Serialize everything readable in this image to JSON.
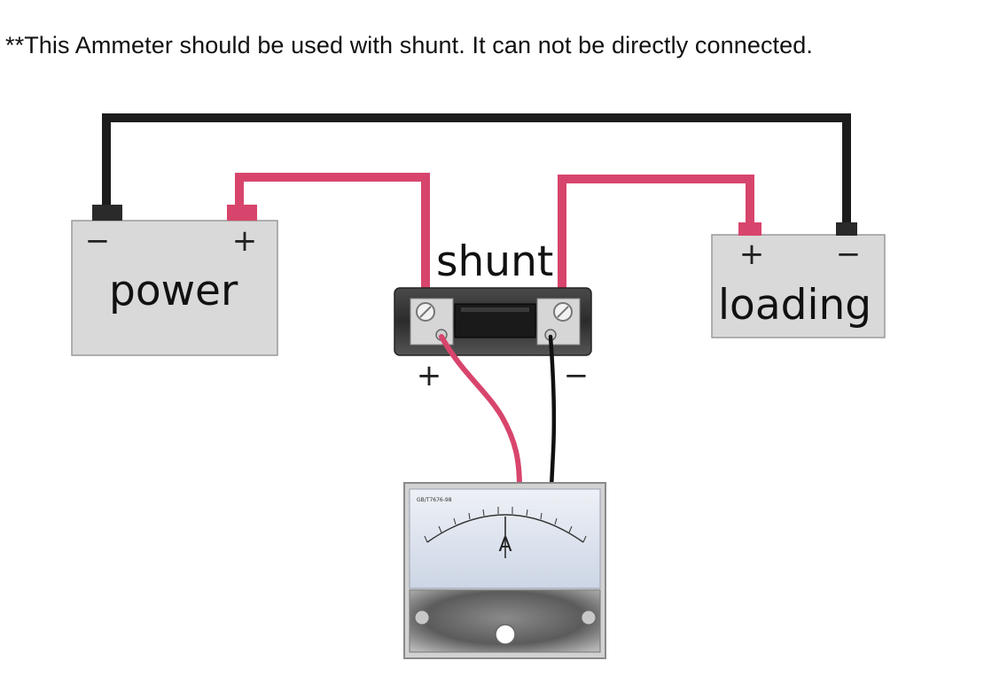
{
  "note": "**This Ammeter should be used with shunt. It can not be directly connected.",
  "power": {
    "label": "power",
    "minus": "−",
    "plus": "+"
  },
  "shunt": {
    "label": "shunt",
    "plus": "+",
    "minus": "−"
  },
  "loading": {
    "label": "loading",
    "plus": "+",
    "minus": "−"
  },
  "meter": {
    "unit": "A"
  },
  "colors": {
    "positive_wire": "#d8456c",
    "negative_wire": "#1c1c1c",
    "box": "#d9d9d9"
  }
}
